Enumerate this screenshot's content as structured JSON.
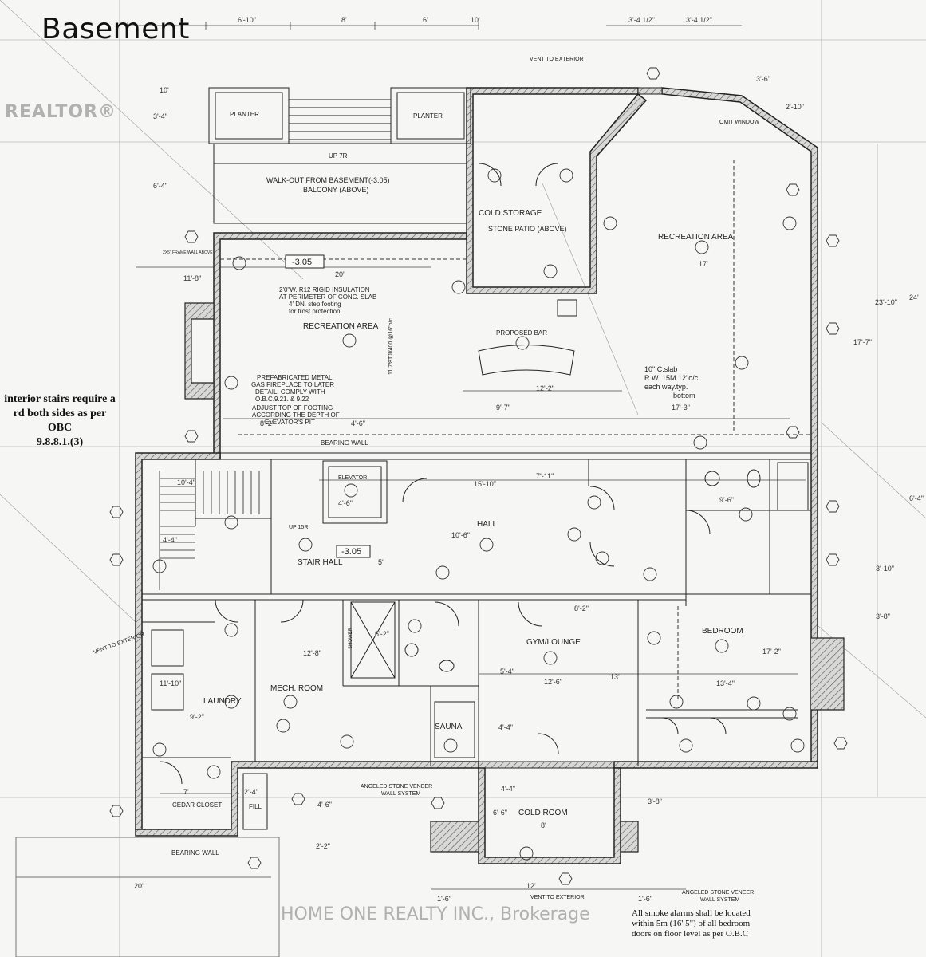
{
  "header": {
    "title": "Basement"
  },
  "watermarks": {
    "realtor": "REALTOR®",
    "brokerage": "HOME ONE REALTY INC., Brokerage"
  },
  "notes": {
    "stairs_line1": "interior stairs require a",
    "stairs_line2": "rd both sides as per OBC",
    "stairs_line3": "9.8.8.1.(3)",
    "smoke_line1": "All smoke alarms shall be located",
    "smoke_line2": "within 5m (16' 5\") of all bedroom",
    "smoke_line3": "doors on floor level as per O.B.C"
  },
  "rooms": {
    "recreation_left": "RECREATION AREA",
    "recreation_right": "RECREATION AREA",
    "cold_storage": "COLD STORAGE",
    "stone_patio": "STONE PATIO (ABOVE)",
    "proposed_bar": "PROPOSED BAR",
    "hall": "HALL",
    "elevator": "ELEVATOR",
    "stair_hall": "STAIR HALL",
    "gym": "GYM/LOUNGE",
    "bedroom": "BEDROOM",
    "mech": "MECH. ROOM",
    "laundry": "LAUNDRY",
    "sauna": "SAUNA",
    "cold_room": "COLD ROOM",
    "cedar": "CEDAR CLOSET",
    "planter1": "PLANTER",
    "planter2": "PLANTER",
    "shower": "SHOWER",
    "fill": "FILL"
  },
  "annotations": {
    "walkout": "WALK-OUT FROM BASEMENT(-3.05)",
    "balcony": "BALCONY (ABOVE)",
    "level1": "-3.05",
    "level2": "-3.05",
    "insulation1": "2'0\"W. R12 RIGID INSULATION",
    "insulation2": "AT PERIMETER OF CONC. SLAB",
    "insulation3": "4' DN. step footing",
    "insulation4": "for frost protection",
    "fireplace1": "PREFABRICATED METAL",
    "fireplace2": "GAS FIREPLACE TO LATER",
    "fireplace3": "DETAIL. COMPLY WITH",
    "fireplace4": "O.B.C.9.21. & 9.22",
    "fireplace5": "ADJUST TOP OF FOOTING",
    "fireplace6": "ACCORDING THE DEPTH OF",
    "fireplace7": "ELEVATOR'S PIT",
    "slab1": "10\" C.slab",
    "slab2": "R.W. 15M 12\"o/c",
    "slab3": "each way.typ.",
    "slab4": "bottom",
    "bearing1": "BEARING WALL",
    "bearing2": "BEARING WALL",
    "veneer_left1": "ANGELED STONE VENEER",
    "veneer_left2": "WALL SYSTEM",
    "veneer_right1": "ANGELED STONE VENEER",
    "veneer_right2": "WALL SYSTEM",
    "vent1": "VENT TO EXTERIOR",
    "vent2": "VENT TO EXTERIOR",
    "vent3": "VENT TO EXTERIOR",
    "omit_window": "OMIT WINDOW",
    "up7r": "UP 7R",
    "up15r": "UP 15R",
    "frame": "2X5\" FRAME WALL ABOVE",
    "floor_joists": "11 7/8TJI/400 @16\"o/c"
  },
  "dimensions": [
    "6'-10\"",
    "8'",
    "6'",
    "10'",
    "3'-4 1/2\"",
    "3'-4 1/2\"",
    "3'-6\"",
    "2'-10\"",
    "10'",
    "3'-4\"",
    "6'-4\"",
    "20'",
    "11'-8\"",
    "17'",
    "23'-10\"",
    "24'",
    "17'-7\"",
    "12'-2\"",
    "9'-7\"",
    "17'-3\"",
    "8'-2\"",
    "4'-6\"",
    "15'-10\"",
    "7'-11\"",
    "10'-4\"",
    "4'-6\"",
    "9'-6\"",
    "10'-6\"",
    "4'-4\"",
    "12'-8\"",
    "5'",
    "6'-2\"",
    "8'-2\"",
    "5'-4\"",
    "12'-6\"",
    "13'",
    "13'-4\"",
    "17'-2\"",
    "11'-10\"",
    "9'-2\"",
    "7'",
    "2'-4\"",
    "4'-6\"",
    "4'-4\"",
    "6'-6\"",
    "3'-8\"",
    "2'-2\"",
    "20'",
    "12'",
    "1'-6\"",
    "1'-6\"",
    "3'-10\"",
    "3'-8\"",
    "6'-4\"",
    "8'",
    "4'-4\""
  ]
}
